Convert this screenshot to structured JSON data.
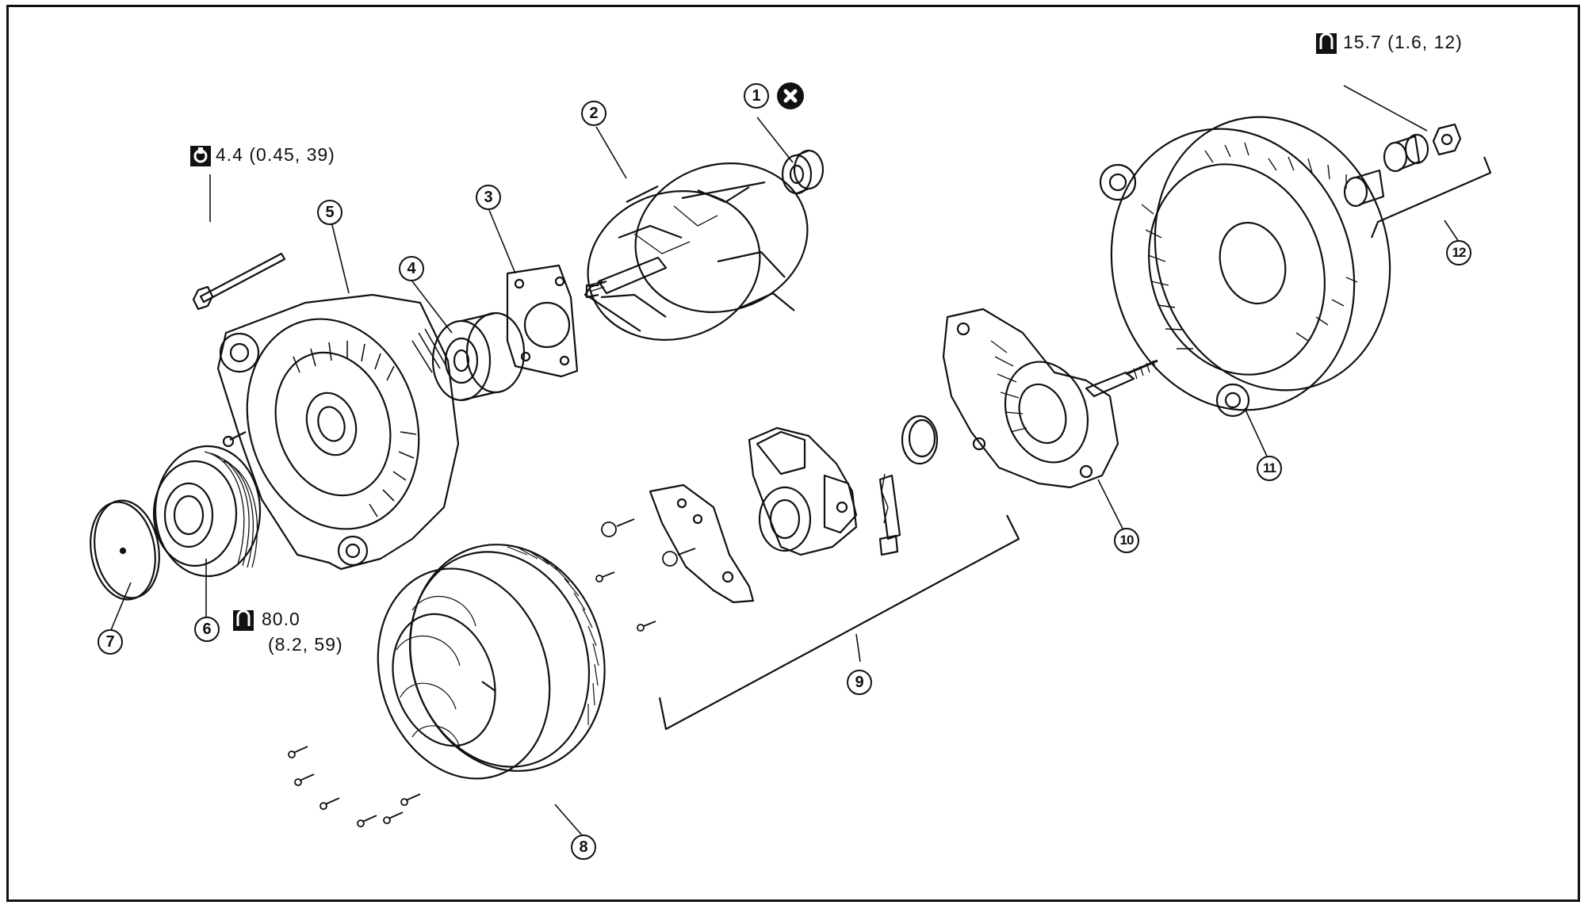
{
  "torque_specs": {
    "through_bolt": "4.4 (0.45, 39)",
    "pulley_nut_line1": "80.0",
    "pulley_nut_line2": "(8.2, 59)",
    "terminal_nut": "15.7 (1.6, 12)"
  },
  "callouts": {
    "c1": "1",
    "c2": "2",
    "c3": "3",
    "c4": "4",
    "c5": "5",
    "c6": "6",
    "c7": "7",
    "c8": "8",
    "c9": "9",
    "c10": "10",
    "c11": "11",
    "c12": "12"
  },
  "icons": {
    "torque": "torque-wrench-icon",
    "non_reusable": "x-circle-icon"
  }
}
